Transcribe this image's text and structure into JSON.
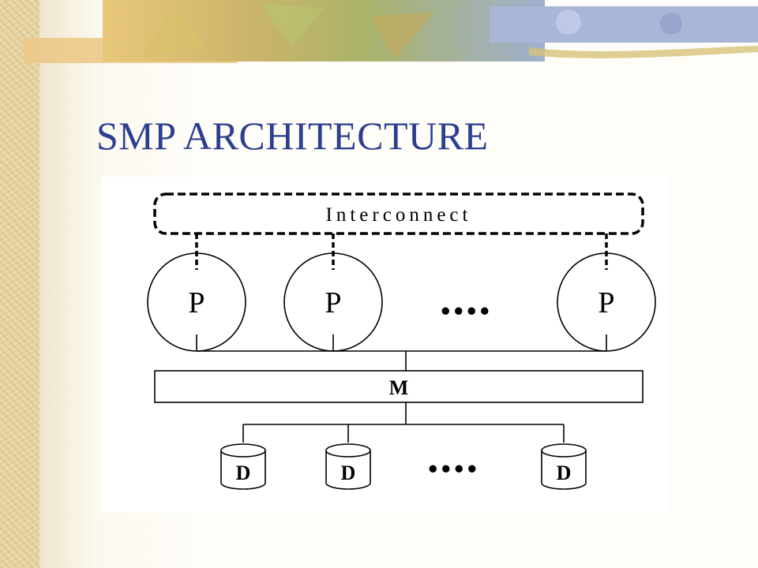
{
  "slide": {
    "title": "SMP ARCHITECTURE"
  },
  "diagram": {
    "interconnect_label": "Interconnect",
    "processors": [
      {
        "label": "P"
      },
      {
        "label": "P"
      },
      {
        "label": "P"
      }
    ],
    "processor_ellipsis": "....",
    "memory_label": "M",
    "disks": [
      {
        "label": "D"
      },
      {
        "label": "D"
      },
      {
        "label": "D"
      }
    ],
    "disk_ellipsis": "...."
  },
  "colors": {
    "title": "#2c3e8f",
    "background": "#fefdf8",
    "stroke": "#000000"
  }
}
